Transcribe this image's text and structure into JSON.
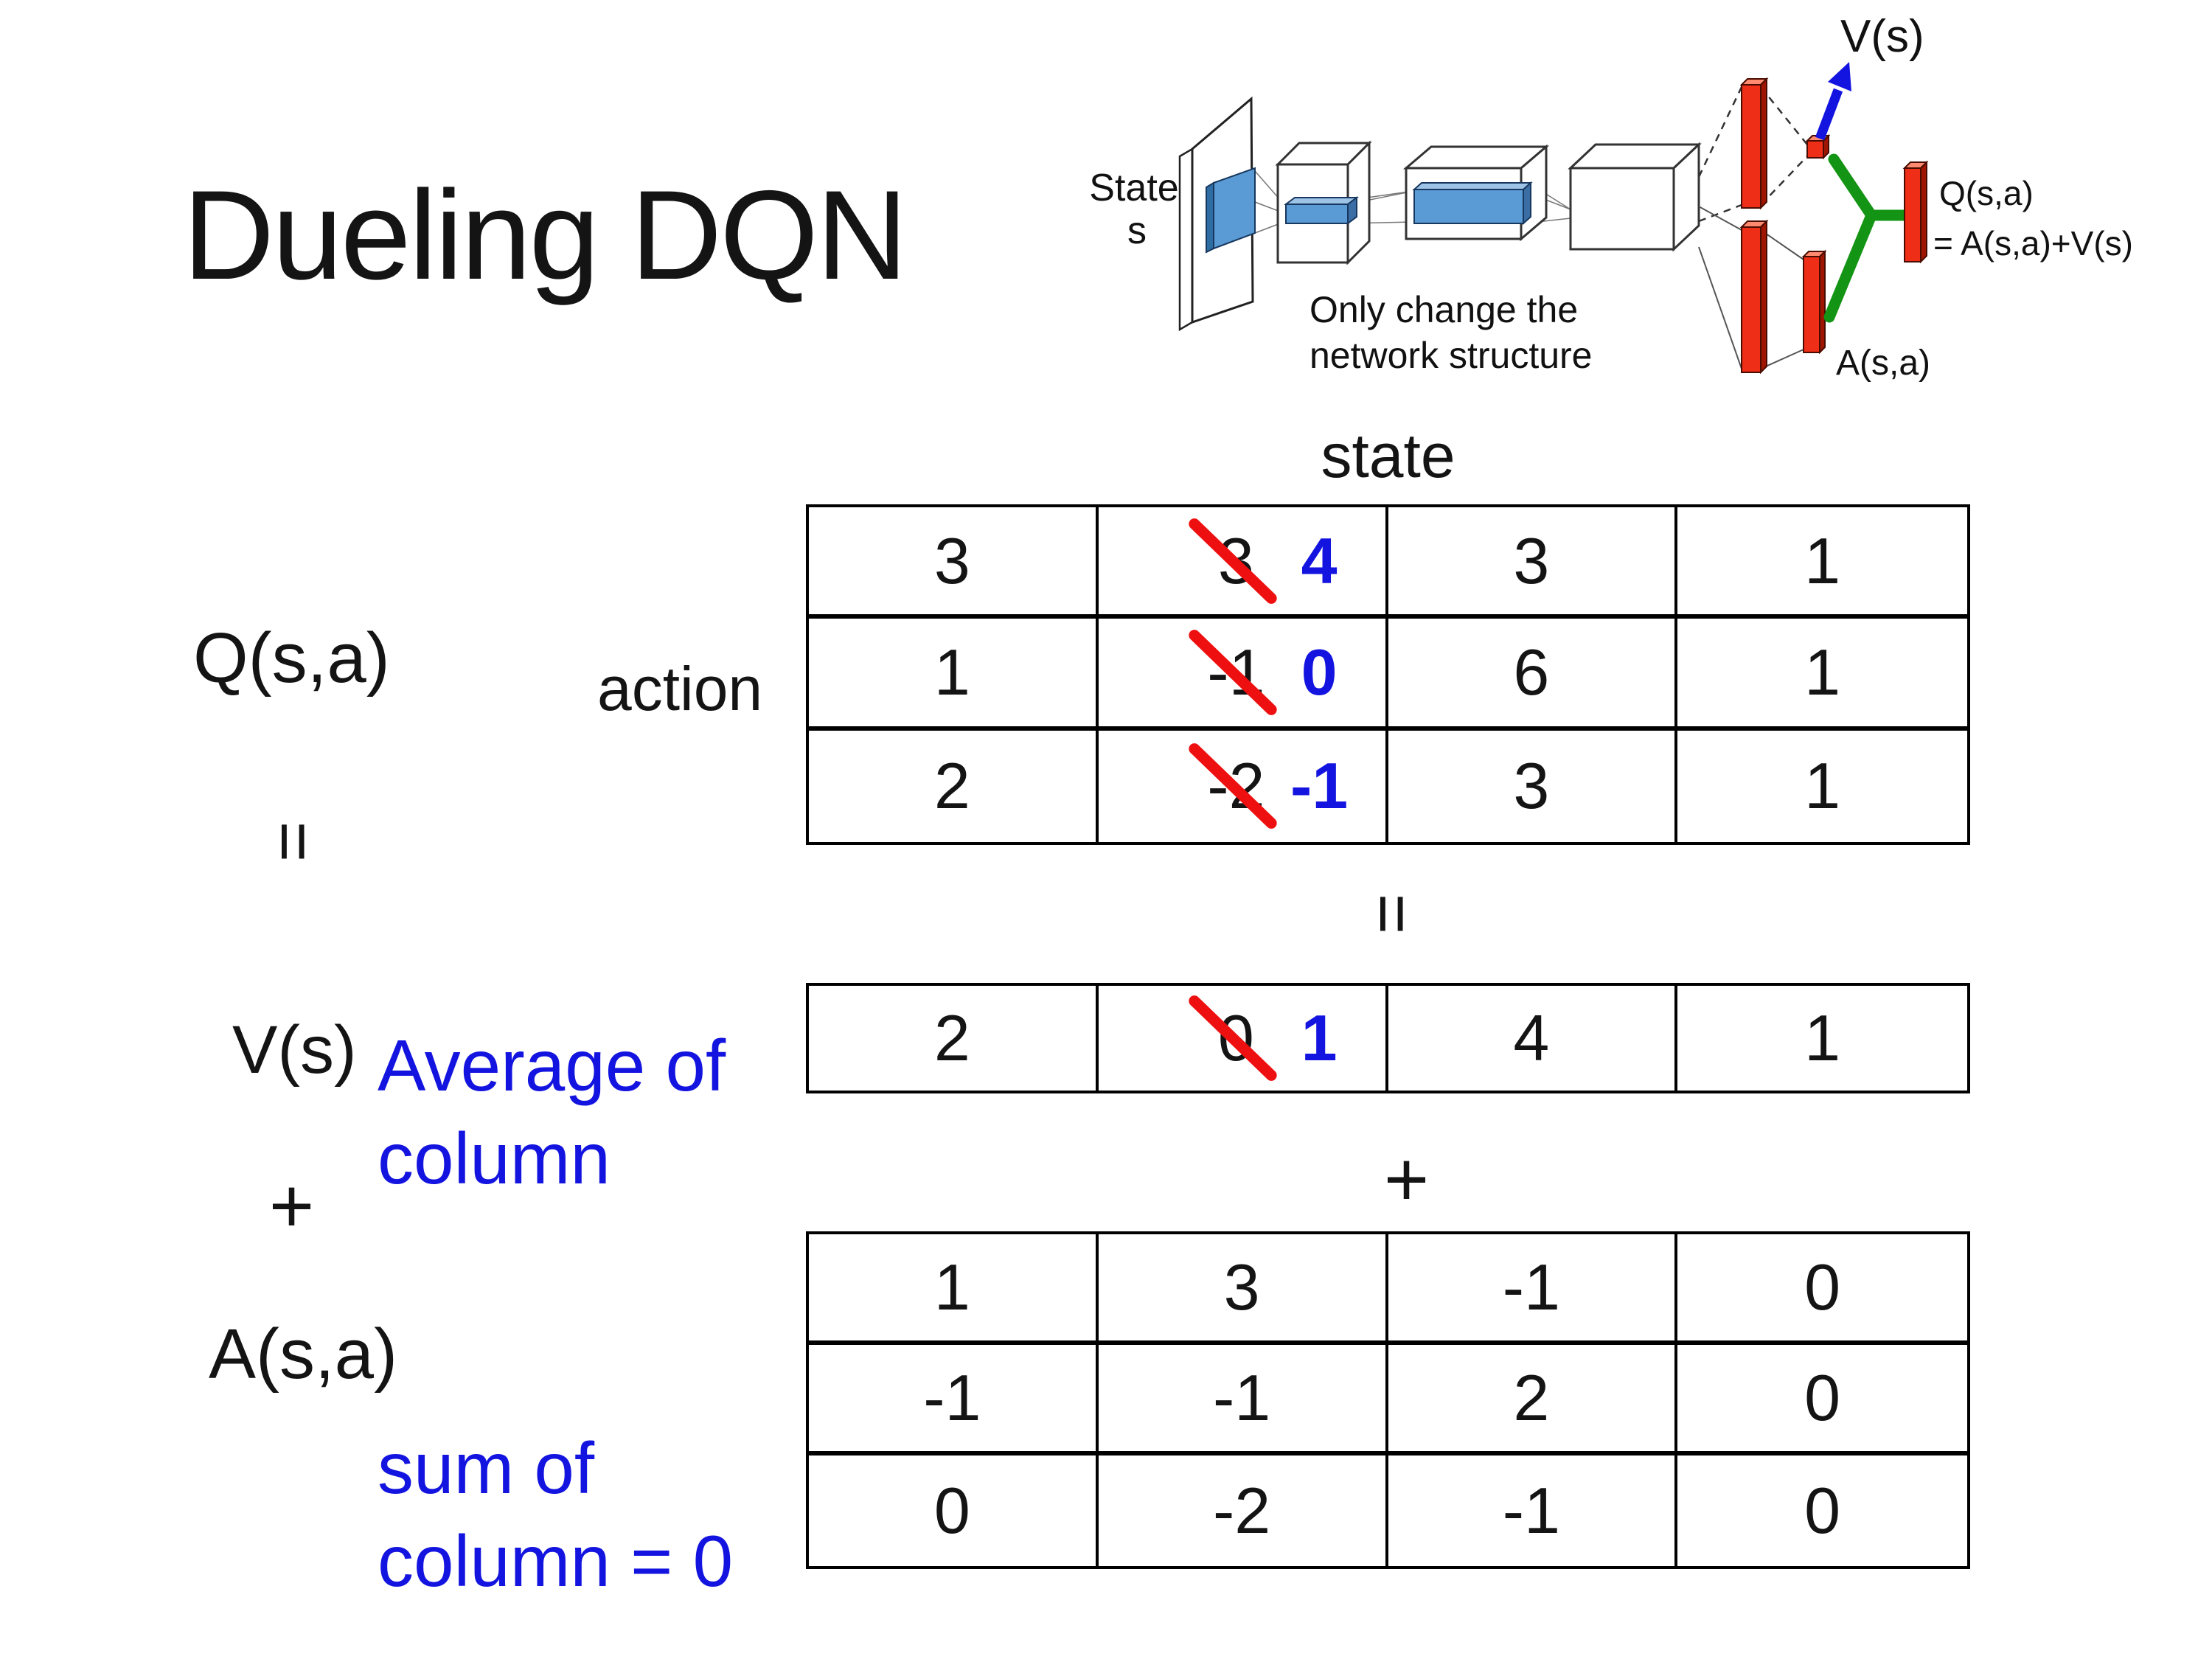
{
  "slide": {
    "title": "Dueling DQN"
  },
  "diagram": {
    "input_label_line1": "State",
    "input_label_line2": "s",
    "note_line1": "Only change the",
    "note_line2": "network structure",
    "v_out_label": "V(s)",
    "q_out_label": "Q(s,a)",
    "q_out_formula": "= A(s,a)+V(s)",
    "a_out_label": "A(s,a)"
  },
  "equation": {
    "q_label": "Q(s,a)",
    "equals_left": "=",
    "v_label": "V(s)",
    "plus_left": "+",
    "a_label": "A(s,a)",
    "equals_mid": "=",
    "plus_mid": "+",
    "avg_note_line1": "Average of",
    "avg_note_line2": "column",
    "sum_note_line1": "sum of",
    "sum_note_line2": "column = 0"
  },
  "q_table": {
    "col_header": "state",
    "row_header": "action",
    "rows": [
      [
        {
          "v": "3"
        },
        {
          "old": "3",
          "new": "4"
        },
        {
          "v": "3"
        },
        {
          "v": "1"
        }
      ],
      [
        {
          "v": "1"
        },
        {
          "old": "-1",
          "new": "0"
        },
        {
          "v": "6"
        },
        {
          "v": "1"
        }
      ],
      [
        {
          "v": "2"
        },
        {
          "old": "-2",
          "new": "-1"
        },
        {
          "v": "3"
        },
        {
          "v": "1"
        }
      ]
    ]
  },
  "v_row": [
    {
      "v": "2"
    },
    {
      "old": "0",
      "new": "1"
    },
    {
      "v": "4"
    },
    {
      "v": "1"
    }
  ],
  "a_table": {
    "rows": [
      [
        {
          "v": "1"
        },
        {
          "v": "3"
        },
        {
          "v": "-1"
        },
        {
          "v": "0"
        }
      ],
      [
        {
          "v": "-1"
        },
        {
          "v": "-1"
        },
        {
          "v": "2"
        },
        {
          "v": "0"
        }
      ],
      [
        {
          "v": "0"
        },
        {
          "v": "-2"
        },
        {
          "v": "-1"
        },
        {
          "v": "0"
        }
      ]
    ]
  },
  "colors": {
    "accent_blue": "#1414e0",
    "strike_red": "#ee1010",
    "bar_red": "#ee2e16",
    "conv_blue": "#5b9bd5",
    "branch_green": "#149414",
    "text_black": "#141414"
  }
}
